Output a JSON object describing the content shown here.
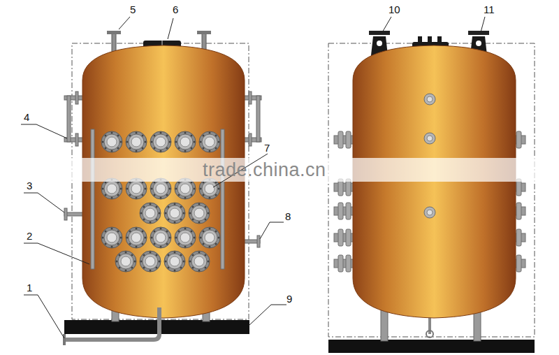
{
  "diagram": {
    "labels": [
      "5",
      "6",
      "4",
      "3",
      "2",
      "1",
      "7",
      "8",
      "9",
      "10",
      "11",
      "trade.china.cn"
    ]
  }
}
